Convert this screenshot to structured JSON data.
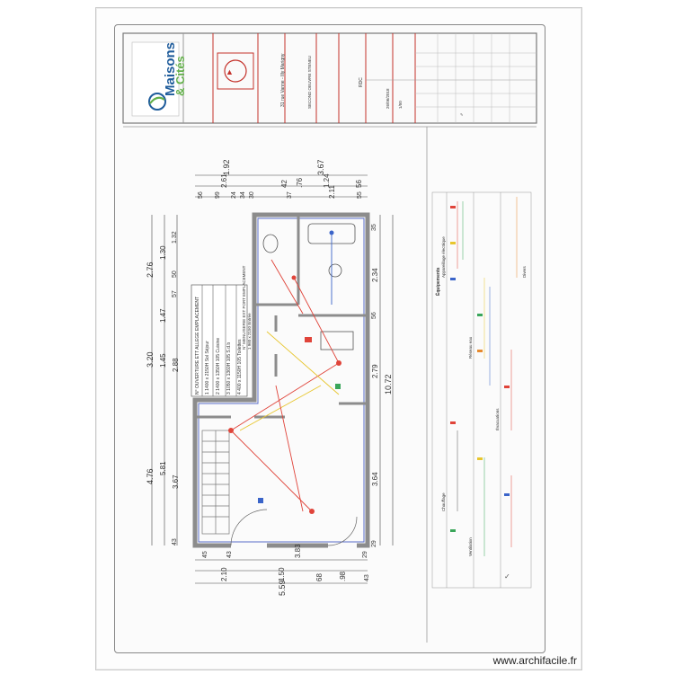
{
  "title_block": {
    "brand_line1": "Maisons",
    "brand_line2": "& Cités",
    "address": "31 rue Vanne - Illy Marigny",
    "document": "SECOND OEUVRE STENEU",
    "level": "RDC",
    "date": "26/06/2018",
    "scale": "1/50"
  },
  "dimensions": {
    "top_row1": [
      "1.92",
      "3.67"
    ],
    "top_row2": [
      "2.61",
      "42",
      ".76",
      "1.24",
      "56"
    ],
    "top_row3": [
      "56",
      "99",
      "24",
      "34",
      "30",
      "37",
      "2.11",
      "55"
    ],
    "bottom_row1": [
      "2.10",
      "1.50",
      "68",
      ".98",
      "43"
    ],
    "bottom_row0": [
      "45",
      "43",
      "3.83",
      "29"
    ],
    "bottom_total": "5.59",
    "left_outer": [
      "2.76",
      "3.20",
      "4.76"
    ],
    "left_mid": [
      "1.30",
      "1.47",
      "1.45",
      "5.81"
    ],
    "left_inner": [
      "1.32",
      "50",
      "57",
      "2.88",
      "3.67",
      "43"
    ],
    "right": [
      "2.34",
      "2.79",
      "3.64",
      "10.72",
      "35",
      "56",
      "29"
    ]
  },
  "window_table": {
    "header_left": "N° OUVERTURE ETT",
    "header_mid": "ALLEGE",
    "header_right": "EMPLACEMENT",
    "rows": [
      [
        "1",
        "1400 x 2150H",
        "Sol",
        "Séjour"
      ],
      [
        "2",
        "1400 x 1350H",
        "105",
        "Cuisine"
      ],
      [
        "3",
        "1050 x 1360H",
        "105",
        "S.d.b"
      ],
      [
        "4",
        "400 x 1150H",
        "105",
        "Toilettes"
      ]
    ],
    "door_header": "N° MENUISERIE EXT PORT EMPLACEMENT",
    "door_row": [
      "1",
      "960 x 2150",
      "Entrée"
    ]
  },
  "legend": {
    "heading": "Équipements",
    "sections": [
      "Appareillage électrique",
      "Réseau eau",
      "Évacuations",
      "Chauffage",
      "Ventilation",
      "Divers"
    ]
  },
  "colors": {
    "wall": "#8c8c8c",
    "elec_red": "#e0443a",
    "elec_yellow": "#e8c62e",
    "elec_blue": "#3a64c9",
    "elec_green": "#3aa65a",
    "elec_orange": "#e68a2e",
    "brand_green": "#63b04a",
    "brand_blue": "#1f5c9b",
    "stamp_red": "#c4312a"
  },
  "watermark": "www.archifacile.fr"
}
